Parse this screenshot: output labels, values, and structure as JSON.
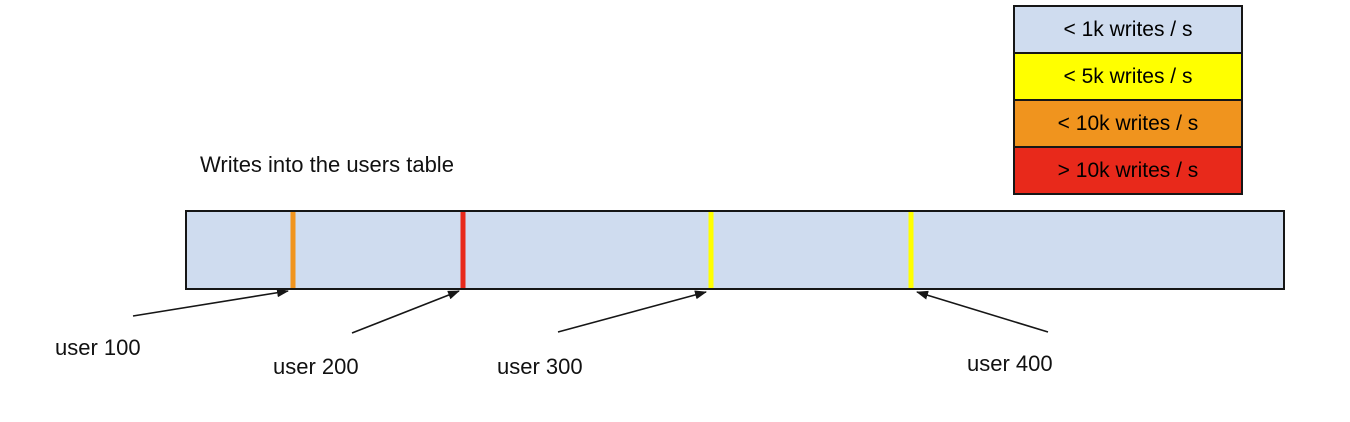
{
  "title": "Writes into the users table",
  "legend": {
    "items": [
      {
        "label": "< 1k writes / s",
        "color": "#cfdcef"
      },
      {
        "label": "< 5k writes / s",
        "color": "#ffff00"
      },
      {
        "label": "< 10k writes / s",
        "color": "#f0941e"
      },
      {
        "label": "> 10k writes / s",
        "color": "#e8291b"
      }
    ]
  },
  "bar": {
    "fill_color": "#cfdcef",
    "border_color": "#161616",
    "markers": [
      {
        "label": "user 100",
        "color": "#f0941e",
        "write_rate": "< 10k writes / s",
        "position_pct": 9.7
      },
      {
        "label": "user 200",
        "color": "#e8291b",
        "write_rate": "> 10k writes / s",
        "position_pct": 25.2
      },
      {
        "label": "user 300",
        "color": "#ffff00",
        "write_rate": "< 5k writes / s",
        "position_pct": 47.8
      },
      {
        "label": "user 400",
        "color": "#ffff00",
        "write_rate": "< 5k writes / s",
        "position_pct": 66.1
      }
    ]
  }
}
